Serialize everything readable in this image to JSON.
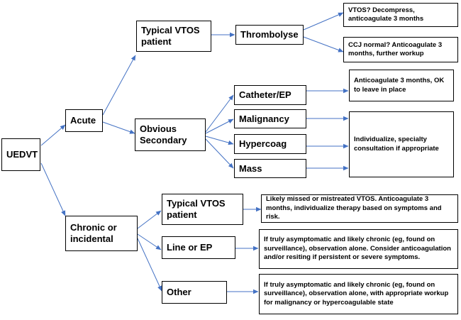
{
  "nodes": {
    "uedvt": "UEDVT",
    "acute": "Acute",
    "chronic": "Chronic or incidental",
    "typical_vtos_acute": "Typical VTOS patient",
    "obvious_secondary": "Obvious Secondary",
    "thrombolyse": "Thrombolyse",
    "vtos_decompress": "VTOS? Decompress, anticoagulate 3 months",
    "ccj_normal": "CCJ normal? Anticoagulate 3 months, further workup",
    "catheter_ep": "Catheter/EP",
    "malignancy": "Malignancy",
    "hypercoag": "Hypercoag",
    "mass": "Mass",
    "anticoag_leave": "Anticoagulate 3 months, OK to leave in place",
    "individualize": "Individualize, specialty consultation if appropriate",
    "typical_vtos_chronic": "Typical VTOS patient",
    "line_or_ep": "Line or EP",
    "other": "Other",
    "likely_missed": "Likely missed or mistreated VTOS. Anticoagulate 3 months, individualize therapy based on symptoms and risk.",
    "line_outcome": "If truly asymptomatic and likely chronic (eg, found on surveillance), observation alone. Consider anticoagulation and/or resiting if persistent or severe symptoms.",
    "other_outcome": "If truly asymptomatic and likely chronic (eg, found on surveillance), observation alone, with appropriate workup for malignancy or hypercoagulable state"
  },
  "colors": {
    "arrow": "#4472C4",
    "border": "#000000"
  }
}
